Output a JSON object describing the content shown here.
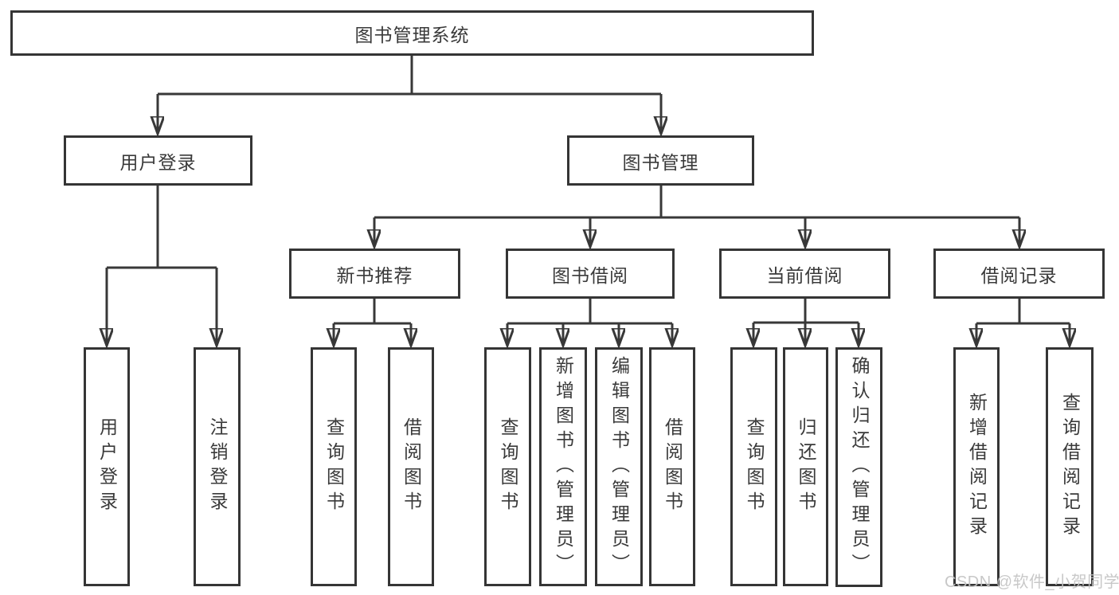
{
  "diagram": {
    "root": {
      "label": "图书管理系统"
    },
    "branches": [
      {
        "label": "用户登录"
      },
      {
        "label": "图书管理"
      }
    ],
    "modules": [
      {
        "label": "新书推荐"
      },
      {
        "label": "图书借阅"
      },
      {
        "label": "当前借阅"
      },
      {
        "label": "借阅记录"
      }
    ],
    "functions": [
      {
        "label": "用户登录"
      },
      {
        "label": "注销登录"
      },
      {
        "label": "查询图书"
      },
      {
        "label": "借阅图书"
      },
      {
        "label": "查询图书"
      },
      {
        "label": "新增图书（管理员）"
      },
      {
        "label": "编辑图书（管理员）"
      },
      {
        "label": "借阅图书"
      },
      {
        "label": "查询图书"
      },
      {
        "label": "归还图书"
      },
      {
        "label": "确认归还（管理员）"
      },
      {
        "label": "新增借阅记录"
      },
      {
        "label": "查询借阅记录"
      }
    ]
  },
  "watermark": {
    "text": "CSDN @软件_小贺同学",
    "color": "#c4c4c4"
  },
  "colors": {
    "border": "#353535",
    "line": "#383838",
    "text": "#3a3a3a",
    "background": "#ffffff"
  }
}
